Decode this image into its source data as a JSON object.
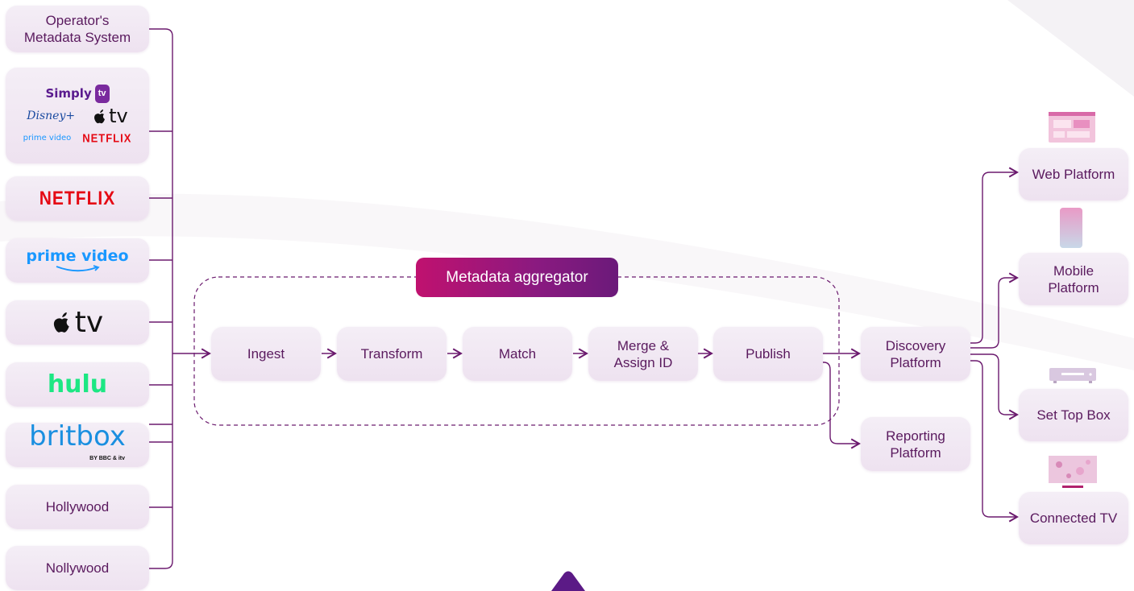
{
  "sources": {
    "operator_metadata": "Operator's Metadata System",
    "multi_logos": {
      "simply": "Simply",
      "simply_badge": "tv",
      "disney": "Disney+",
      "appletv": "tv",
      "prime": "prime video",
      "netflix": "NETFLIX"
    },
    "netflix": "NETFLIX",
    "prime_video": "prime video",
    "apple_tv": "tv",
    "hulu": "hulu",
    "britbox": "britbox",
    "britbox_sub": "BY BBC & itv",
    "hollywood": "Hollywood",
    "nollywood": "Nollywood"
  },
  "aggregator": {
    "label": "Metadata aggregator",
    "steps": [
      "Ingest",
      "Transform",
      "Match",
      "Merge & Assign ID",
      "Publish"
    ]
  },
  "middle": {
    "discovery": "Discovery Platform",
    "reporting": "Reporting Platform"
  },
  "outputs": {
    "web": "Web Platform",
    "mobile": "Mobile Platform",
    "stb": "Set Top Box",
    "ctv": "Connected TV"
  },
  "colors": {
    "line": "#6b1a6e",
    "box_bg": "#f1e8f3",
    "accent_start": "#c0116f",
    "accent_end": "#6b1a7a",
    "text": "#5a1a5e"
  }
}
